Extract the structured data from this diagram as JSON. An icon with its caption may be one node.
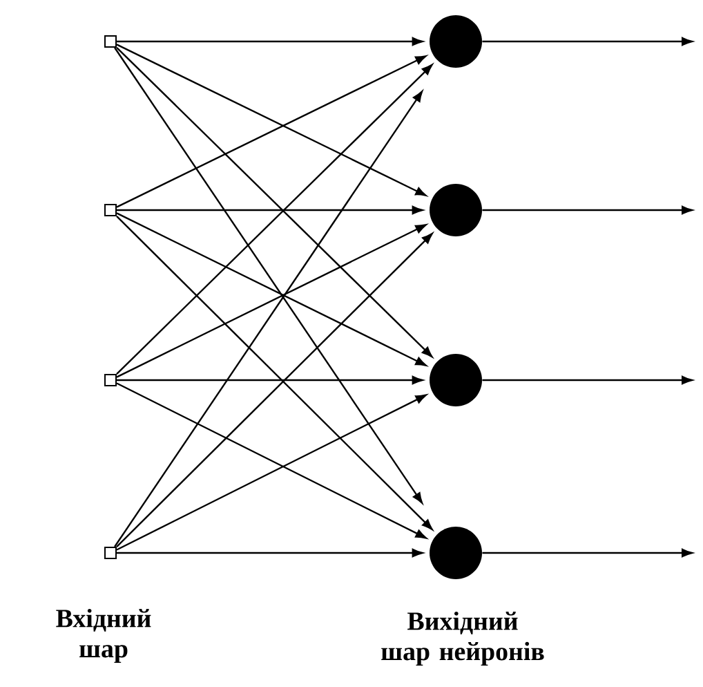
{
  "diagram": {
    "nodes": [
      {
        "text": [],
        "shape": "box"
      },
      {
        "text": [],
        "shape": "box"
      },
      {
        "text": [],
        "shape": "box"
      },
      {
        "text": [],
        "shape": "box"
      },
      {
        "text": [],
        "shape": "circle"
      },
      {
        "text": [],
        "shape": "circle"
      },
      {
        "text": [],
        "shape": "circle"
      },
      {
        "text": [],
        "shape": "circle"
      }
    ],
    "edges": [
      {
        "from": 0,
        "to": 4,
        "arrow": "to"
      },
      {
        "from": 0,
        "to": 5,
        "arrow": "to"
      },
      {
        "from": 0,
        "to": 6,
        "arrow": "to"
      },
      {
        "from": 0,
        "to": 7,
        "arrow": "to"
      },
      {
        "from": 1,
        "to": 4,
        "arrow": "to"
      },
      {
        "from": 1,
        "to": 5,
        "arrow": "to"
      },
      {
        "from": 1,
        "to": 6,
        "arrow": "to"
      },
      {
        "from": 1,
        "to": 7,
        "arrow": "to"
      },
      {
        "from": 2,
        "to": 4,
        "arrow": "to"
      },
      {
        "from": 2,
        "to": 5,
        "arrow": "to"
      },
      {
        "from": 2,
        "to": 6,
        "arrow": "to"
      },
      {
        "from": 2,
        "to": 7,
        "arrow": "to"
      },
      {
        "from": 3,
        "to": 4,
        "arrow": "to"
      },
      {
        "from": 3,
        "to": 5,
        "arrow": "to"
      },
      {
        "from": 3,
        "to": 6,
        "arrow": "to"
      },
      {
        "from": 3,
        "to": 7,
        "arrow": "to"
      },
      {
        "from": 4,
        "to": null,
        "arrow": "to"
      },
      {
        "from": 5,
        "to": null,
        "arrow": "to"
      },
      {
        "from": 6,
        "to": null,
        "arrow": "to"
      },
      {
        "from": 7,
        "to": null,
        "arrow": "to"
      }
    ],
    "labels": [
      "Вхідний шар",
      "Вихідний шар нейронів"
    ]
  }
}
